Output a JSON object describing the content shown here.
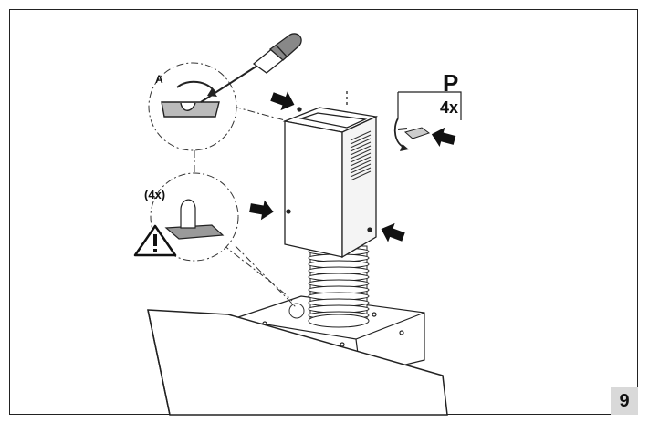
{
  "labels": {
    "screw_detail": "A",
    "bracket_quantity": "(4x)",
    "part_letter": "P",
    "part_quantity": "4x"
  },
  "step_number": "9",
  "icons": [
    "screwdriver-icon",
    "warning-triangle-icon",
    "arrow-icon",
    "screw-icon"
  ],
  "colors": {
    "line": "#222222",
    "panel": "#ffffff",
    "step_box": "#d9d9d9",
    "shade": "#9a9a9a"
  }
}
